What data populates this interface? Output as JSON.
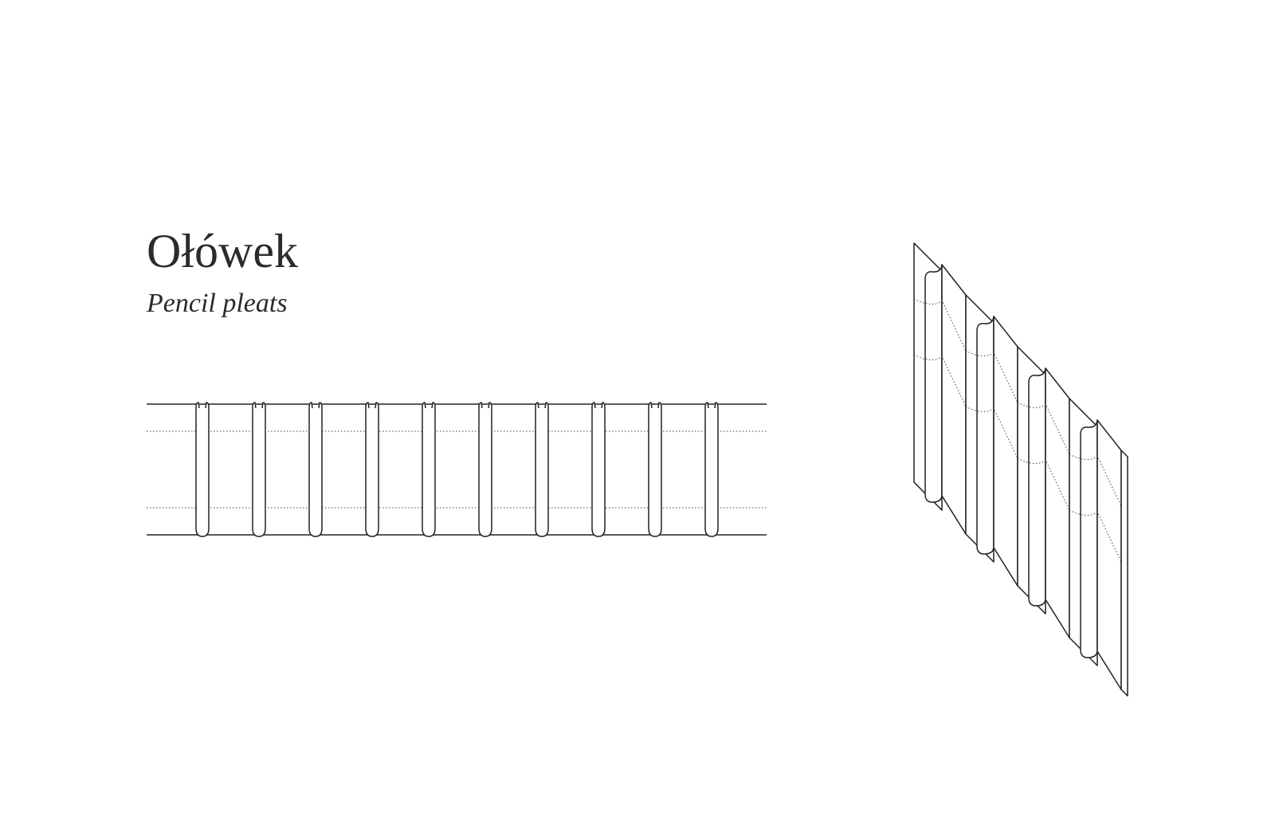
{
  "title": "Ołówek",
  "subtitle": "Pencil pleats",
  "colors": {
    "background": "#ffffff",
    "line": "#222222",
    "text": "#2b2b2b"
  },
  "diagram": {
    "front_view": {
      "pleat_count": 10
    },
    "isometric_view": {
      "pleat_count": 4
    }
  }
}
